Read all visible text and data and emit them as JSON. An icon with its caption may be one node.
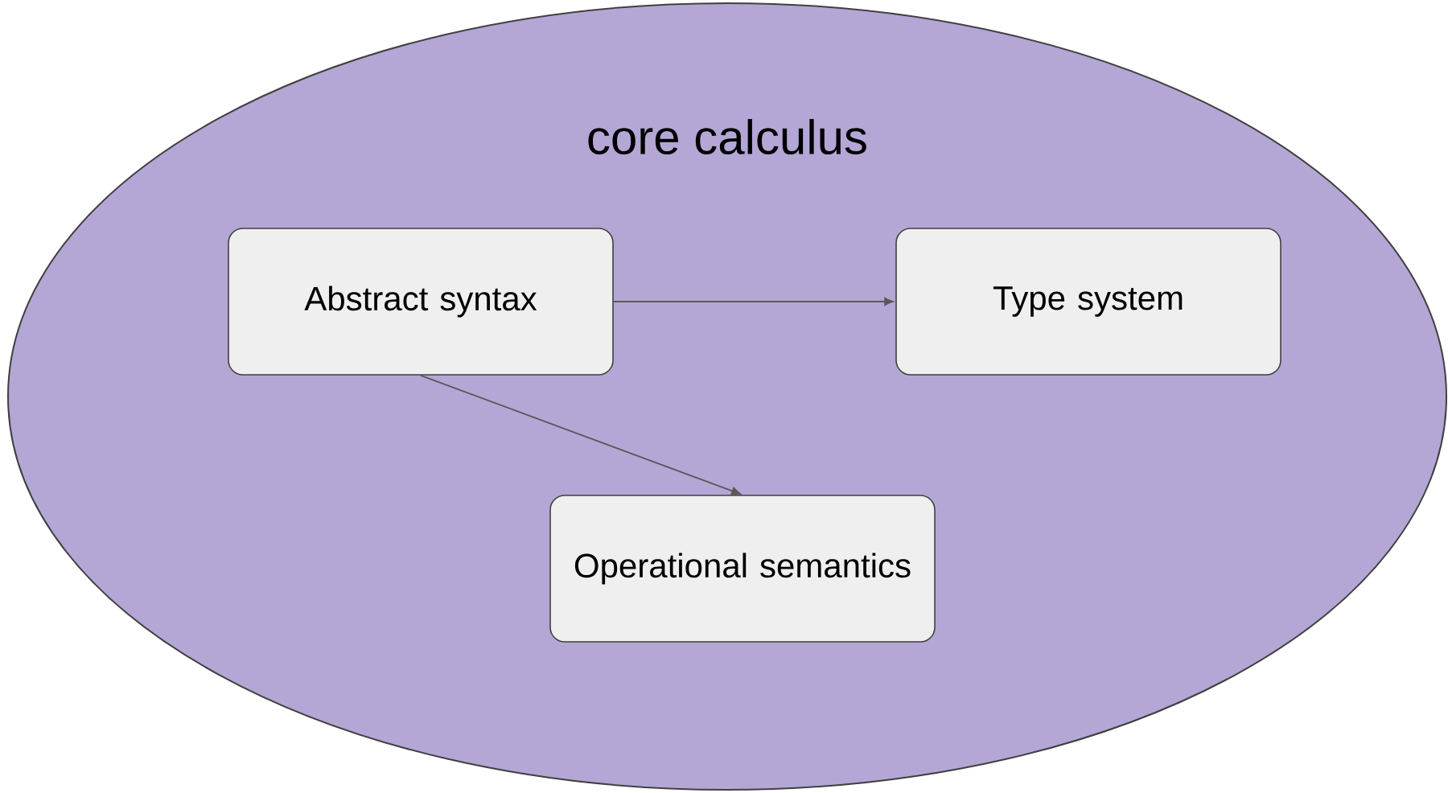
{
  "diagram": {
    "nodes": [
      {
        "text": [
          "core calculus"
        ]
      },
      {
        "text": [
          "Abstract syntax"
        ],
        "in": 0
      },
      {
        "text": [
          "Type system"
        ],
        "in": 0
      },
      {
        "text": [
          "Operational semantics"
        ],
        "in": 0
      }
    ],
    "edges": [
      {
        "from": 1,
        "to": 2,
        "arrow": "to"
      },
      {
        "from": 1,
        "to": 3,
        "arrow": "to"
      }
    ]
  }
}
